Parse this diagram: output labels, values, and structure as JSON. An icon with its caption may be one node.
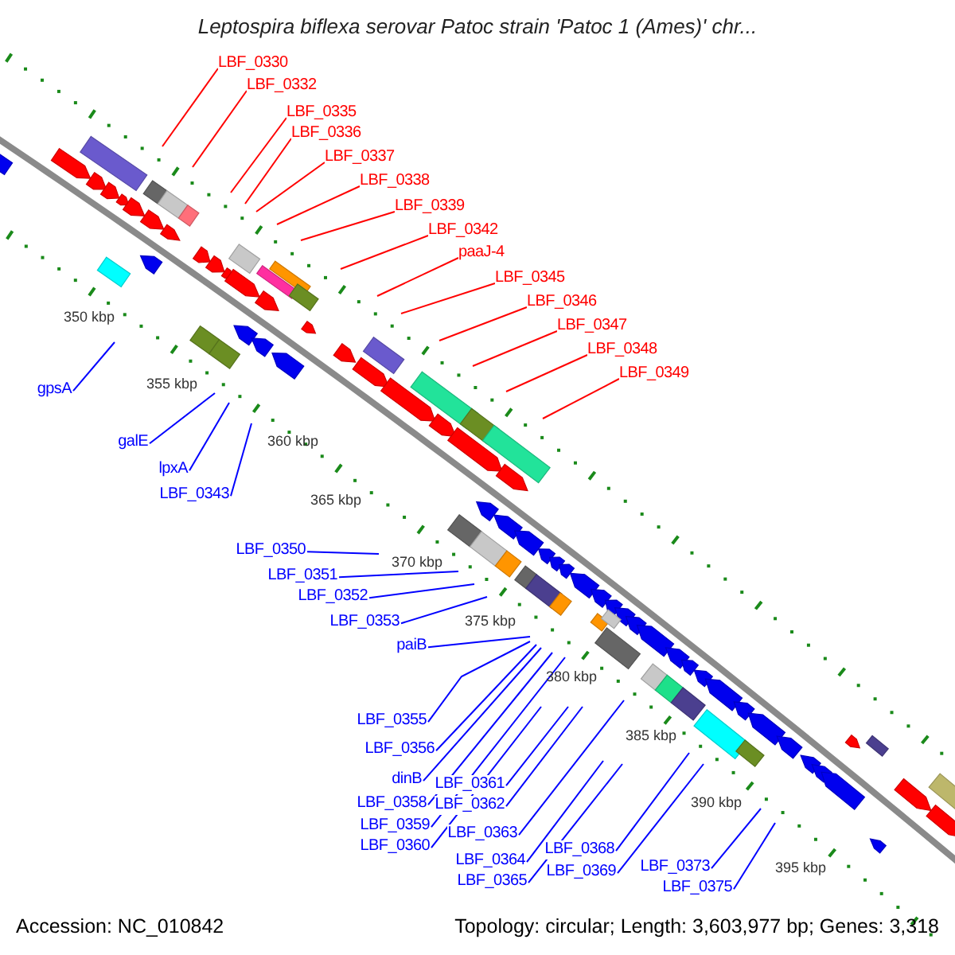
{
  "diagram": {
    "title": "Leptospira biflexa serovar Patoc strain 'Patoc 1 (Ames)' chr...",
    "nodes": [
      {
        "text": [
          "LBF_0330"
        ]
      },
      {
        "text": [
          "LBF_0332"
        ]
      },
      {
        "text": [
          "LBF_0335"
        ]
      },
      {
        "text": [
          "LBF_0336"
        ]
      },
      {
        "text": [
          "LBF_0337"
        ]
      },
      {
        "text": [
          "LBF_0338"
        ]
      },
      {
        "text": [
          "LBF_0339"
        ]
      },
      {
        "text": [
          "LBF_0342"
        ]
      },
      {
        "text": [
          "paaJ-4"
        ]
      },
      {
        "text": [
          "LBF_0345"
        ]
      },
      {
        "text": [
          "LBF_0346"
        ]
      },
      {
        "text": [
          "LBF_0347"
        ]
      },
      {
        "text": [
          "LBF_0348"
        ]
      },
      {
        "text": [
          "LBF_0349"
        ]
      },
      {
        "text": [
          "gpsA"
        ]
      },
      {
        "text": [
          "galE"
        ]
      },
      {
        "text": [
          "lpxA"
        ]
      },
      {
        "text": [
          "LBF_0343"
        ]
      },
      {
        "text": [
          "LBF_0350"
        ]
      },
      {
        "text": [
          "LBF_0351"
        ]
      },
      {
        "text": [
          "LBF_0352"
        ]
      },
      {
        "text": [
          "LBF_0353"
        ]
      },
      {
        "text": [
          "paiB"
        ]
      },
      {
        "text": [
          "LBF_0355"
        ]
      },
      {
        "text": [
          "LBF_0356"
        ]
      },
      {
        "text": [
          "dinB"
        ]
      },
      {
        "text": [
          "LBF_0358"
        ]
      },
      {
        "text": [
          "LBF_0359"
        ]
      },
      {
        "text": [
          "LBF_0360"
        ]
      },
      {
        "text": [
          "LBF_0361"
        ]
      },
      {
        "text": [
          "LBF_0362"
        ]
      },
      {
        "text": [
          "LBF_0363"
        ]
      },
      {
        "text": [
          "LBF_0364"
        ]
      },
      {
        "text": [
          "LBF_0365"
        ]
      },
      {
        "text": [
          "LBF_0368"
        ]
      },
      {
        "text": [
          "LBF_0369"
        ]
      },
      {
        "text": [
          "LBF_0373"
        ]
      },
      {
        "text": [
          "LBF_0375"
        ]
      }
    ],
    "edges": [
      {
        "from": 0,
        "to": null,
        "arrow": "none",
        "color": "#ff0000"
      },
      {
        "from": 1,
        "to": null,
        "arrow": "none",
        "color": "#ff0000"
      },
      {
        "from": 2,
        "to": null,
        "arrow": "none",
        "color": "#ff0000"
      },
      {
        "from": 3,
        "to": null,
        "arrow": "none",
        "color": "#ff0000"
      },
      {
        "from": 4,
        "to": null,
        "arrow": "none",
        "color": "#ff0000"
      },
      {
        "from": 5,
        "to": null,
        "arrow": "none",
        "color": "#ff0000"
      },
      {
        "from": 6,
        "to": null,
        "arrow": "none",
        "color": "#ff0000"
      },
      {
        "from": 7,
        "to": null,
        "arrow": "none",
        "color": "#ff0000"
      },
      {
        "from": 8,
        "to": null,
        "arrow": "none",
        "color": "#ff0000"
      },
      {
        "from": 9,
        "to": null,
        "arrow": "none",
        "color": "#ff0000"
      },
      {
        "from": 10,
        "to": null,
        "arrow": "none",
        "color": "#ff0000"
      },
      {
        "from": 11,
        "to": null,
        "arrow": "none",
        "color": "#ff0000"
      },
      {
        "from": 12,
        "to": null,
        "arrow": "none",
        "color": "#ff0000"
      },
      {
        "from": 13,
        "to": null,
        "arrow": "none",
        "color": "#ff0000"
      },
      {
        "from": 14,
        "to": null,
        "arrow": "none"
      },
      {
        "from": 15,
        "to": null,
        "arrow": "none"
      },
      {
        "from": 16,
        "to": null,
        "arrow": "none"
      },
      {
        "from": 17,
        "to": null,
        "arrow": "none"
      },
      {
        "from": 18,
        "to": null,
        "arrow": "none"
      },
      {
        "from": 19,
        "to": null,
        "arrow": "none"
      },
      {
        "from": 20,
        "to": null,
        "arrow": "none"
      },
      {
        "from": 21,
        "to": null,
        "arrow": "none"
      },
      {
        "from": 22,
        "to": null,
        "arrow": "none"
      },
      {
        "from": 23,
        "to": null,
        "arrow": "none"
      },
      {
        "from": 24,
        "to": null,
        "arrow": "none"
      },
      {
        "from": 25,
        "to": null,
        "arrow": "none"
      },
      {
        "from": 26,
        "to": null,
        "arrow": "none"
      },
      {
        "from": 27,
        "to": null,
        "arrow": "none"
      },
      {
        "from": 28,
        "to": null,
        "arrow": "none"
      },
      {
        "from": 29,
        "to": null,
        "arrow": "none"
      },
      {
        "from": 30,
        "to": null,
        "arrow": "none"
      },
      {
        "from": 31,
        "to": null,
        "arrow": "none"
      },
      {
        "from": 32,
        "to": null,
        "arrow": "none"
      },
      {
        "from": 33,
        "to": null,
        "arrow": "none"
      },
      {
        "from": 34,
        "to": null,
        "arrow": "none"
      },
      {
        "from": 35,
        "to": null,
        "arrow": "none"
      },
      {
        "from": 36,
        "to": null,
        "arrow": "none"
      },
      {
        "from": 37,
        "to": null,
        "arrow": "none"
      }
    ],
    "labels": [
      "350 kbp",
      "355 kbp",
      "360 kbp",
      "365 kbp",
      "370 kbp",
      "375 kbp",
      "380 kbp",
      "385 kbp",
      "390 kbp",
      "395 kbp",
      "Accession: NC_010842",
      "Topology: circular; Length: 3,603,977 bp; Genes: 3,318"
    ]
  }
}
